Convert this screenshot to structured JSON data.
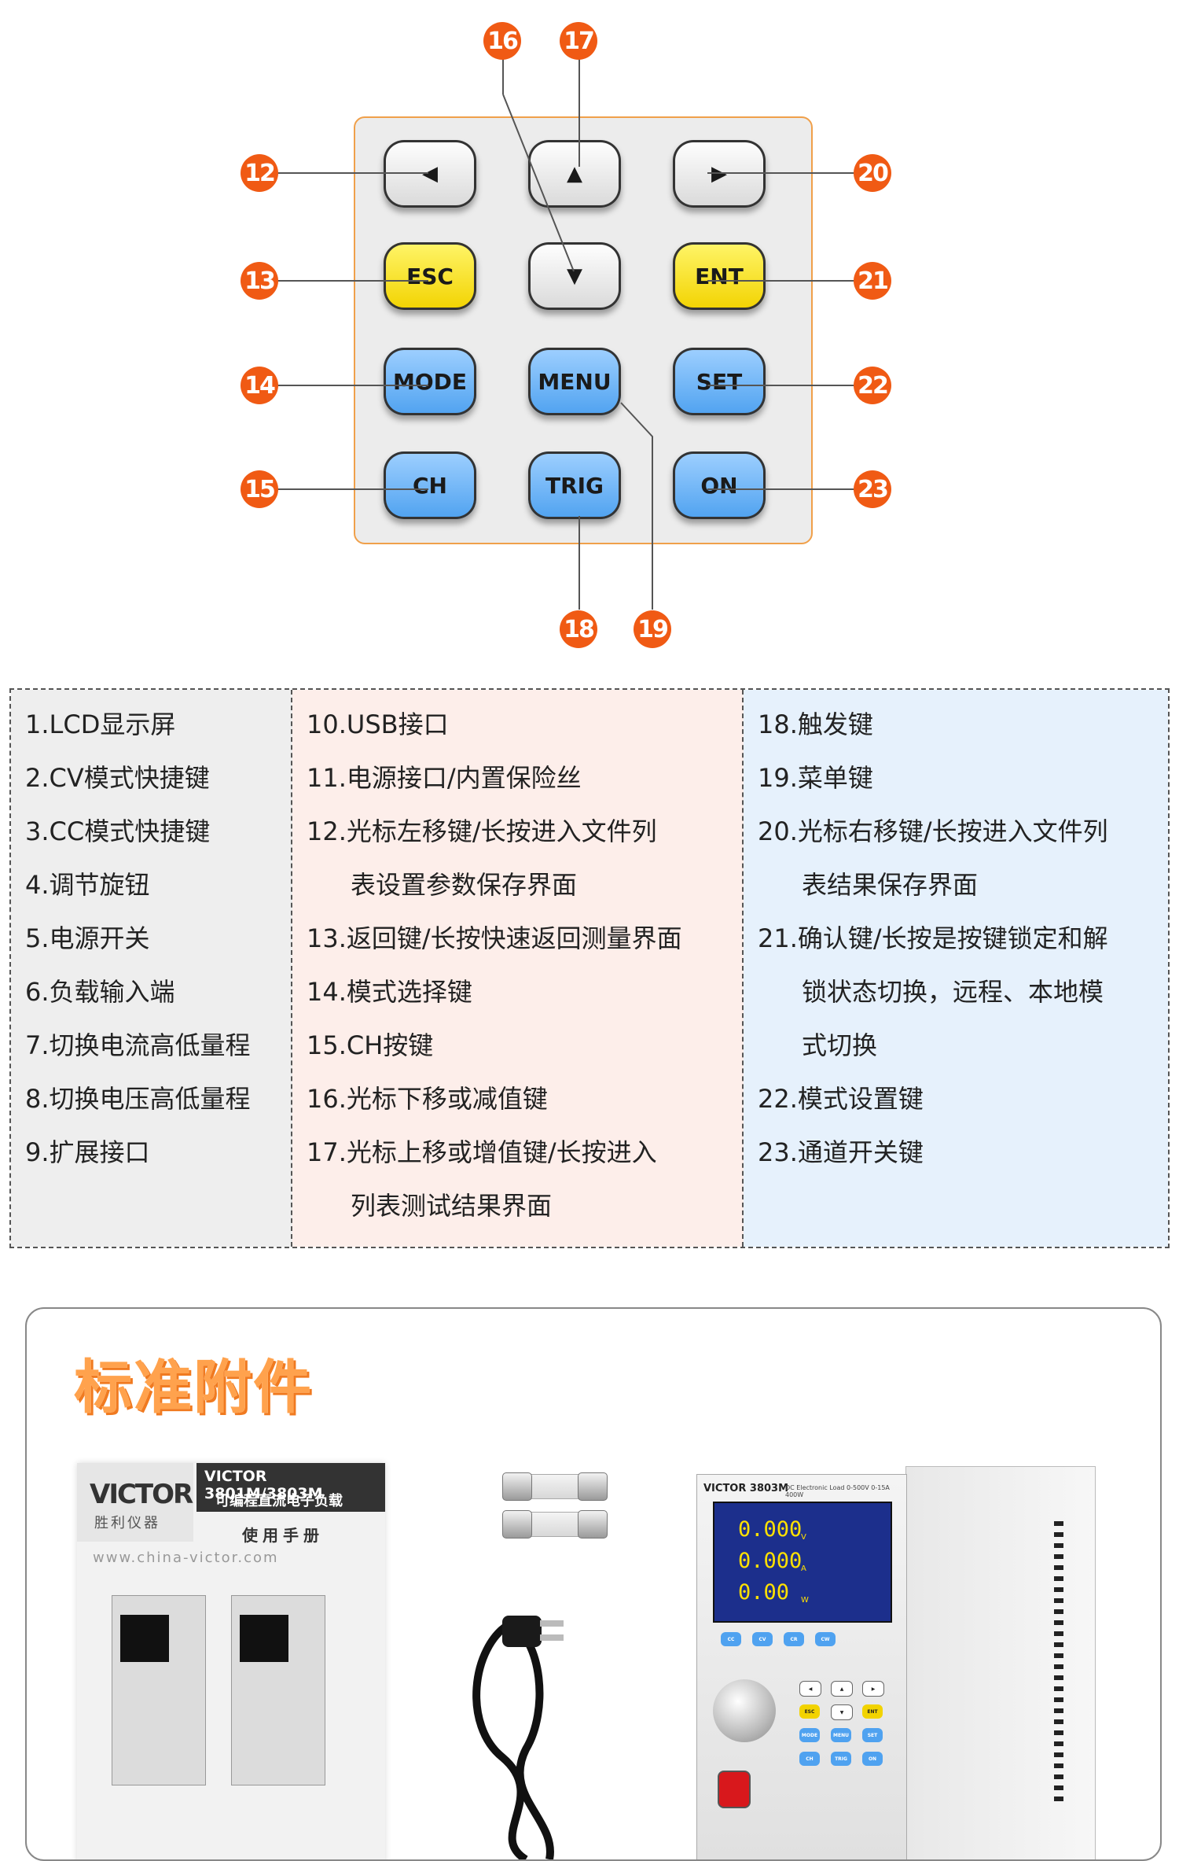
{
  "keypad": {
    "keys": [
      {
        "id": "left",
        "label": "◀",
        "color": "white"
      },
      {
        "id": "up",
        "label": "▲",
        "color": "white"
      },
      {
        "id": "right",
        "label": "▶",
        "color": "white"
      },
      {
        "id": "esc",
        "label": "ESC",
        "color": "yellow"
      },
      {
        "id": "down",
        "label": "▼",
        "color": "white"
      },
      {
        "id": "ent",
        "label": "ENT",
        "color": "yellow"
      },
      {
        "id": "mode",
        "label": "MODE",
        "color": "blue"
      },
      {
        "id": "menu",
        "label": "MENU",
        "color": "blue"
      },
      {
        "id": "set",
        "label": "SET",
        "color": "blue"
      },
      {
        "id": "ch",
        "label": "CH",
        "color": "blue"
      },
      {
        "id": "trig",
        "label": "TRIG",
        "color": "blue"
      },
      {
        "id": "on",
        "label": "ON",
        "color": "blue"
      }
    ],
    "callouts": [
      "16",
      "17",
      "12",
      "20",
      "13",
      "21",
      "14",
      "22",
      "15",
      "23",
      "18",
      "19"
    ]
  },
  "descriptions": {
    "col1": [
      "1.LCD显示屏",
      "2.CV模式快捷键",
      "3.CC模式快捷键",
      "4.调节旋钮",
      "5.电源开关",
      "6.负载输入端",
      "7.切换电流高低量程",
      "8.切换电压高低量程",
      "9.扩展接口"
    ],
    "col2": [
      "10.USB接口",
      "11.电源接口/内置保险丝",
      "12.光标左移键/长按进入文件列",
      "表设置参数保存界面",
      "13.返回键/长按快速返回测量界面",
      "14.模式选择键",
      "15.CH按键",
      "16.光标下移或减值键",
      "17.光标上移或增值键/长按进入",
      "列表测试结果界面"
    ],
    "col3": [
      "18.触发键",
      "19.菜单键",
      "20.光标右移键/长按进入文件列",
      "表结果保存界面",
      "21.确认键/长按是按键锁定和解",
      "锁状态切换，远程、本地模",
      "式切换",
      "22.模式设置键",
      "23.通道开关键"
    ]
  },
  "accessories": {
    "title": "标准附件",
    "manual": {
      "logo": "VICTOR",
      "logo_cn": "胜利仪器",
      "model": "VICTOR 3801M/3803M",
      "subtitle": "可编程直流电子负载",
      "usage": "使用手册",
      "url": "www.china-victor.com"
    },
    "device": {
      "model_label": "VICTOR 3803M",
      "desc_label": "DC Electronic Load 0-500V 0-15A 400W",
      "screen_values": [
        "0.000",
        "0.000",
        "0.00"
      ],
      "screen_units": [
        "V",
        "A",
        "W"
      ],
      "front_buttons": [
        "CC",
        "CV",
        "CR",
        "CW"
      ]
    }
  }
}
